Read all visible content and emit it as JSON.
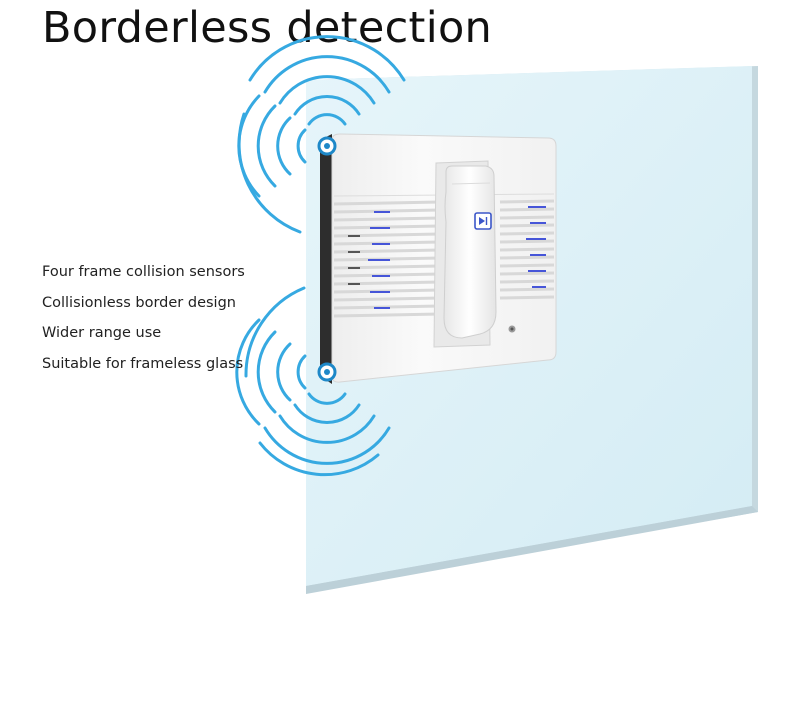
{
  "title": "Borderless detection",
  "features": [
    "Four frame collision sensors",
    "Collisionless border design",
    "Wider range use",
    "Suitable for frameless glass"
  ],
  "colors": {
    "glass": "#dff2f8",
    "glass_edge": "#c4d7df",
    "signal_wave": "#36a9e1",
    "sensor": "#1e88c8",
    "robot_body": "#f7f7f7",
    "vent_accent": "#4655d8",
    "button_icon": "#3b56c9"
  },
  "icons": {
    "play_pause_button": "play-pause-icon"
  }
}
